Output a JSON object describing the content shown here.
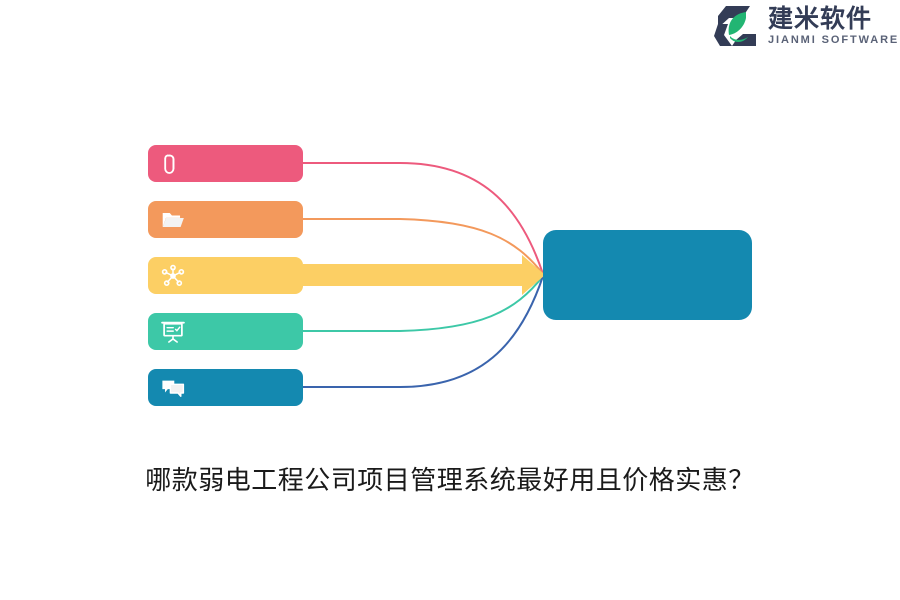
{
  "brand": {
    "name_cn": "建米软件",
    "name_en": "JIANMI SOFTWARE",
    "mark_icon": "jianmi-hexagon-leaf-logo",
    "colors": {
      "navy": "#333c56",
      "green": "#22b573",
      "subtitle": "#5a6277"
    }
  },
  "diagram": {
    "type": "converging-flow",
    "hub": {
      "label": "",
      "color": "#1489b0"
    },
    "nodes": [
      {
        "icon": "paperclip-icon",
        "label": "",
        "color": "#ed5a7d",
        "connector": "thin-curve"
      },
      {
        "icon": "folder-icon",
        "label": "",
        "color": "#f3995c",
        "connector": "thin-curve"
      },
      {
        "icon": "network-node-icon",
        "label": "",
        "color": "#fccf64",
        "connector": "thick-arrow"
      },
      {
        "icon": "presentation-board-icon",
        "label": "",
        "color": "#3dc8a7",
        "connector": "thin-curve"
      },
      {
        "icon": "chat-bubbles-icon",
        "label": "",
        "color": "#1489b0",
        "connector": "thin-curve"
      }
    ]
  },
  "caption": {
    "text": "哪款弱电工程公司项目管理系统最好用且价格实惠？"
  },
  "page": {
    "background": "#ffffff"
  }
}
